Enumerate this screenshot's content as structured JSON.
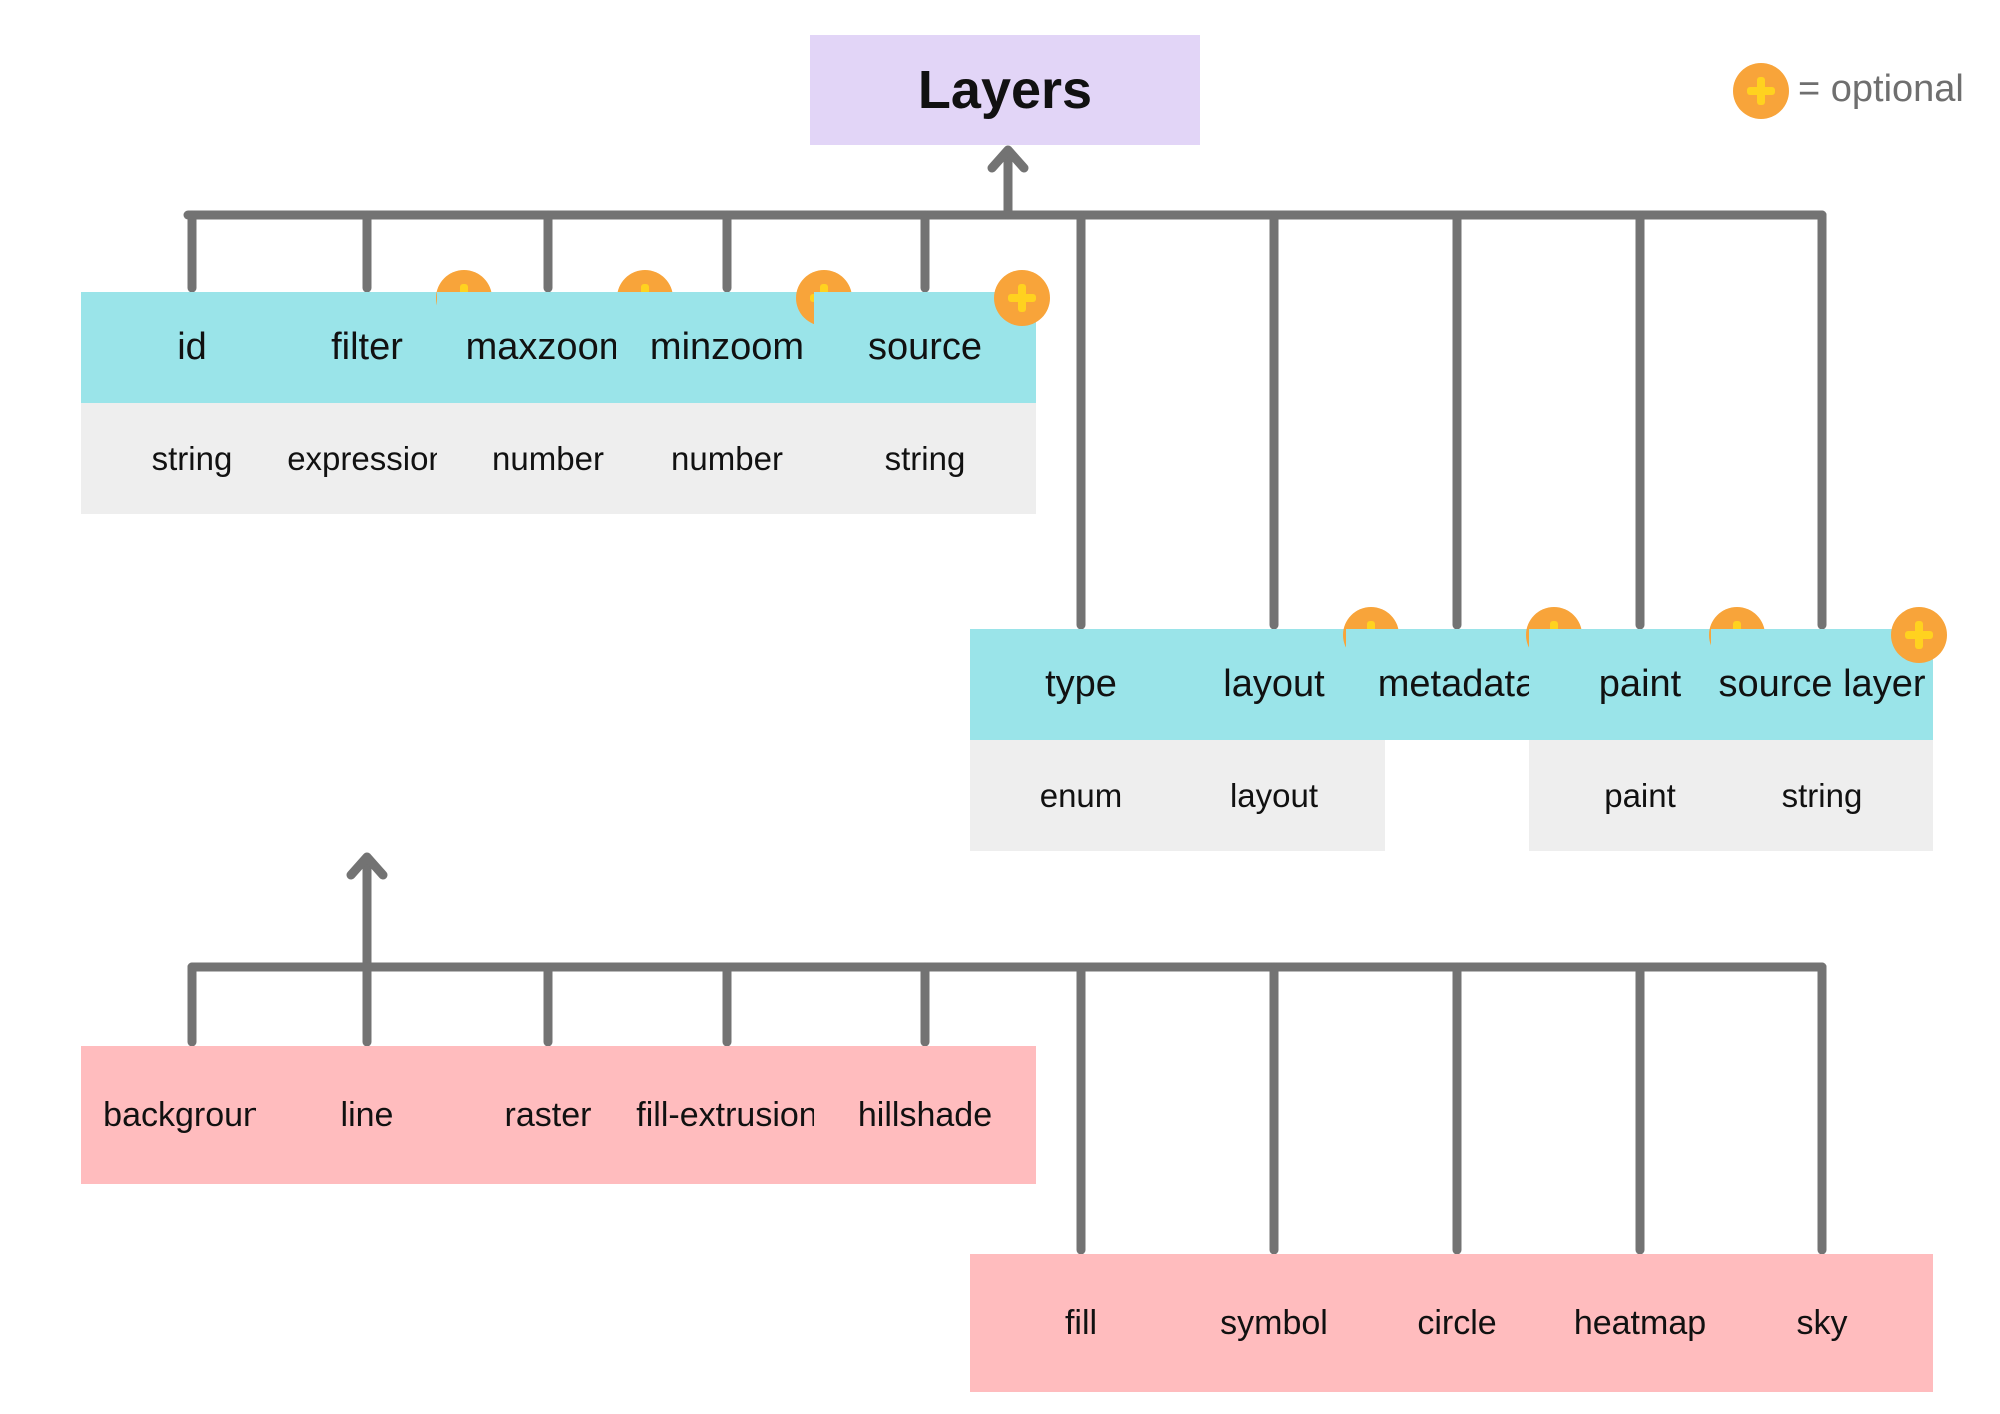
{
  "root": {
    "label": "Layers"
  },
  "legend": {
    "text": "= optional"
  },
  "properties": [
    {
      "name": "id",
      "type": "string",
      "optional": false
    },
    {
      "name": "filter",
      "type": "expression",
      "optional": true
    },
    {
      "name": "maxzoom",
      "type": "number",
      "optional": true
    },
    {
      "name": "minzoom",
      "type": "number",
      "optional": true
    },
    {
      "name": "source",
      "type": "string",
      "optional": true
    },
    {
      "name": "type",
      "type": "enum",
      "optional": false
    },
    {
      "name": "layout",
      "type": "layout",
      "optional": true
    },
    {
      "name": "metadata",
      "type": "",
      "optional": true
    },
    {
      "name": "paint",
      "type": "paint",
      "optional": true
    },
    {
      "name": "source layer",
      "type": "string",
      "optional": true
    }
  ],
  "type_values": [
    "background",
    "line",
    "raster",
    "fill-extrusion",
    "hillshade",
    "fill",
    "symbol",
    "circle",
    "heatmap",
    "sky"
  ],
  "colors": {
    "root": "#e2d5f7",
    "property_header": "#9ae4e9",
    "property_type": "#eeeeee",
    "enum_value": "#ffbcbe",
    "connector": "#737373",
    "optional_badge": "#f8a43a",
    "optional_plus": "#ffd21f"
  }
}
